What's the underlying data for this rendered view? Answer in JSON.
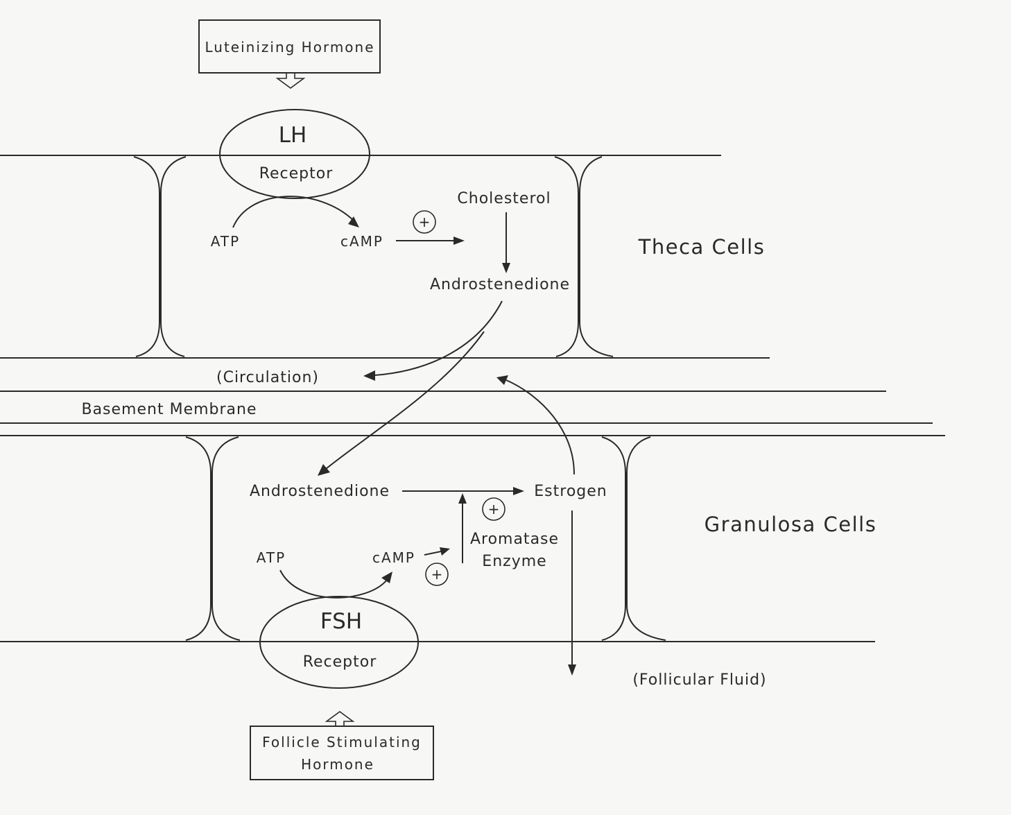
{
  "labels": {
    "lh_hormone": "Luteinizing Hormone",
    "lh": "LH",
    "lh_receptor": "Receptor",
    "theca_atp": "ATP",
    "theca_camp": "cAMP",
    "plus_sign": "+",
    "cholesterol": "Cholesterol",
    "theca_androstenedione": "Androstenedione",
    "theca_cells": "Theca Cells",
    "circulation": "(Circulation)",
    "basement_membrane": "Basement Membrane",
    "granulosa_androstenedione": "Androstenedione",
    "estrogen": "Estrogen",
    "aromatase": "Aromatase",
    "enzyme": "Enzyme",
    "granulosa_atp": "ATP",
    "granulosa_camp": "cAMP",
    "granulosa_cells": "Granulosa Cells",
    "fsh": "FSH",
    "fsh_receptor": "Receptor",
    "follicular_fluid": "(Follicular Fluid)",
    "fsh_hormone_line1": "Follicle Stimulating",
    "fsh_hormone_line2": "Hormone"
  }
}
